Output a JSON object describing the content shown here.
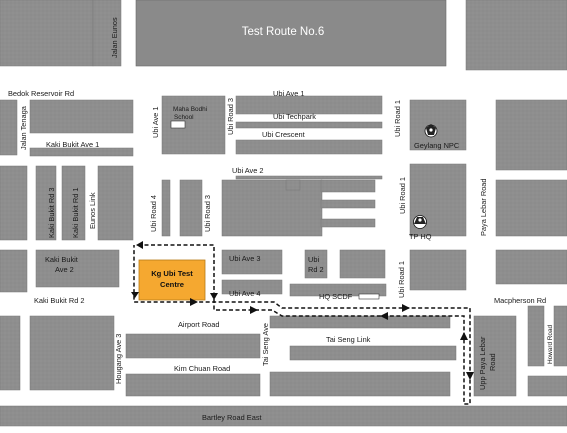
{
  "title": "Test Route No.6",
  "colors": {
    "block": "#8e8e8e",
    "block_dark": "#6f6f6f",
    "road": "#ffffff",
    "title_block": "#8a8a8a",
    "test_centre": "#f5a830",
    "route": "#111111"
  },
  "roads": {
    "jalan_eunos": "Jalan Eunos",
    "bedok_reservoir_rd": "Bedok Reservoir Rd",
    "ubi_ave_1_top": "Ubi Ave 1",
    "ubi_ave_1_vertical": "Ubi Ave 1",
    "ubi_road_3_top": "Ubi Road 3",
    "ubi_techpark": "Ubi Techpark",
    "ubi_crescent": "Ubi Crescent",
    "ubi_road_1_top": "Ubi Road 1",
    "jalan_tenaga": "Jalan Tenaga",
    "kaki_bukit_ave_1": "Kaki Bukit Ave 1",
    "ubi_ave_2": "Ubi Ave 2",
    "kaki_bukit_rd_3": "Kaki Bukit Rd 3",
    "kaki_bukit_rd_1": "Kaki Bukit Rd 1",
    "eunos_link": "Eunos Link",
    "ubi_road_4": "Ubi Road 4",
    "ubi_road_3_mid": "Ubi Road 3",
    "ubi_road_1_mid": "Ubi Road 1",
    "paya_lebar_road": "Paya Lebar Road",
    "kaki_bukit_ave_2_line1": "Kaki Bukit",
    "kaki_bukit_ave_2_line2": "Ave 2",
    "ubi_ave_3": "Ubi Ave 3",
    "ubi_rd_2_line1": "Ubi",
    "ubi_rd_2_line2": "Rd 2",
    "ubi_road_1_low": "Ubi Road 1",
    "ubi_ave_4": "Ubi Ave 4",
    "kaki_bukit_rd_2": "Kaki Bukit Rd 2",
    "macpherson_rd": "Macpherson Rd",
    "airport_road": "Airport Road",
    "tai_seng_ave": "Tai Seng Ave",
    "tai_seng_link": "Tai Seng Link",
    "hougang_ave_3": "Hougang Ave 3",
    "kim_chuan_road": "Kim Chuan Road",
    "upp_paya_lebar_road_line1": "Upp Paya Lebar",
    "upp_paya_lebar_road_line2": "Road",
    "howard_road": "Howard Road",
    "bartley_road_east": "Bartley Road East"
  },
  "landmarks": {
    "maha_bodhi_line1": "Maha Bodhi",
    "maha_bodhi_line2": "School",
    "geylang_npc": "Geylang NPC",
    "tp_hq": "TP HQ",
    "hq_scdf": "HQ SCDF",
    "test_centre_line1": "Kg Ubi Test",
    "test_centre_line2": "Centre"
  },
  "icons": [
    "police-crest-icon",
    "traffic-police-icon"
  ]
}
